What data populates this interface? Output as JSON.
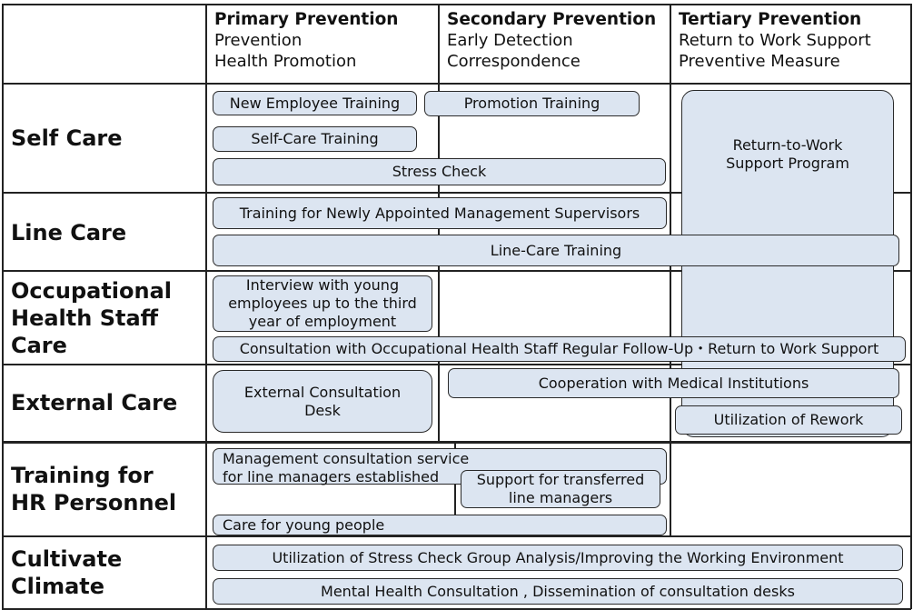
{
  "columns": [
    {
      "title": "Primary Prevention",
      "lines": [
        "Prevention",
        "Health Promotion"
      ]
    },
    {
      "title": "Secondary Prevention",
      "lines": [
        "Early Detection",
        "Correspondence"
      ]
    },
    {
      "title": "Tertiary Prevention",
      "lines": [
        "Return to Work Support",
        "Preventive Measure"
      ]
    }
  ],
  "rows": [
    {
      "label_lines": [
        "Self Care"
      ]
    },
    {
      "label_lines": [
        "Line Care"
      ]
    },
    {
      "label_lines": [
        "Occupational",
        "Health Staff",
        "Care"
      ]
    },
    {
      "label_lines": [
        "External Care"
      ]
    },
    {
      "label_lines": [
        "Training for",
        "HR Personnel"
      ]
    },
    {
      "label_lines": [
        "Cultivate",
        "Climate"
      ]
    }
  ],
  "boxes": {
    "new_employee_training": "New Employee Training",
    "promotion_training": "Promotion Training",
    "self_care_training": "Self-Care Training",
    "stress_check": "Stress Check",
    "return_to_work_program": [
      "Return-to-Work",
      "Support Program"
    ],
    "newly_appointed_training": "Training for Newly Appointed Management Supervisors",
    "line_care_training": "Line-Care Training",
    "young_interview": [
      "Interview with young",
      "employees up to the third",
      "year of employment"
    ],
    "ohs_consultation": "Consultation with Occupational Health Staff Regular Follow-Up・Return to Work Support",
    "external_desk": [
      "External Consultation",
      "Desk"
    ],
    "medical_cooperation": "Cooperation with Medical Institutions",
    "rework": "Utilization of Rework",
    "management_consultation": [
      "Management consultation service",
      "for line managers established"
    ],
    "transferred_support": [
      "Support for transferred",
      "line managers"
    ],
    "young_care": "Care for young people",
    "stress_group_analysis": "Utilization of Stress Check Group Analysis/Improving the Working Environment",
    "mental_health_consultation": "Mental Health Consultation , Dissemination of consultation desks"
  }
}
